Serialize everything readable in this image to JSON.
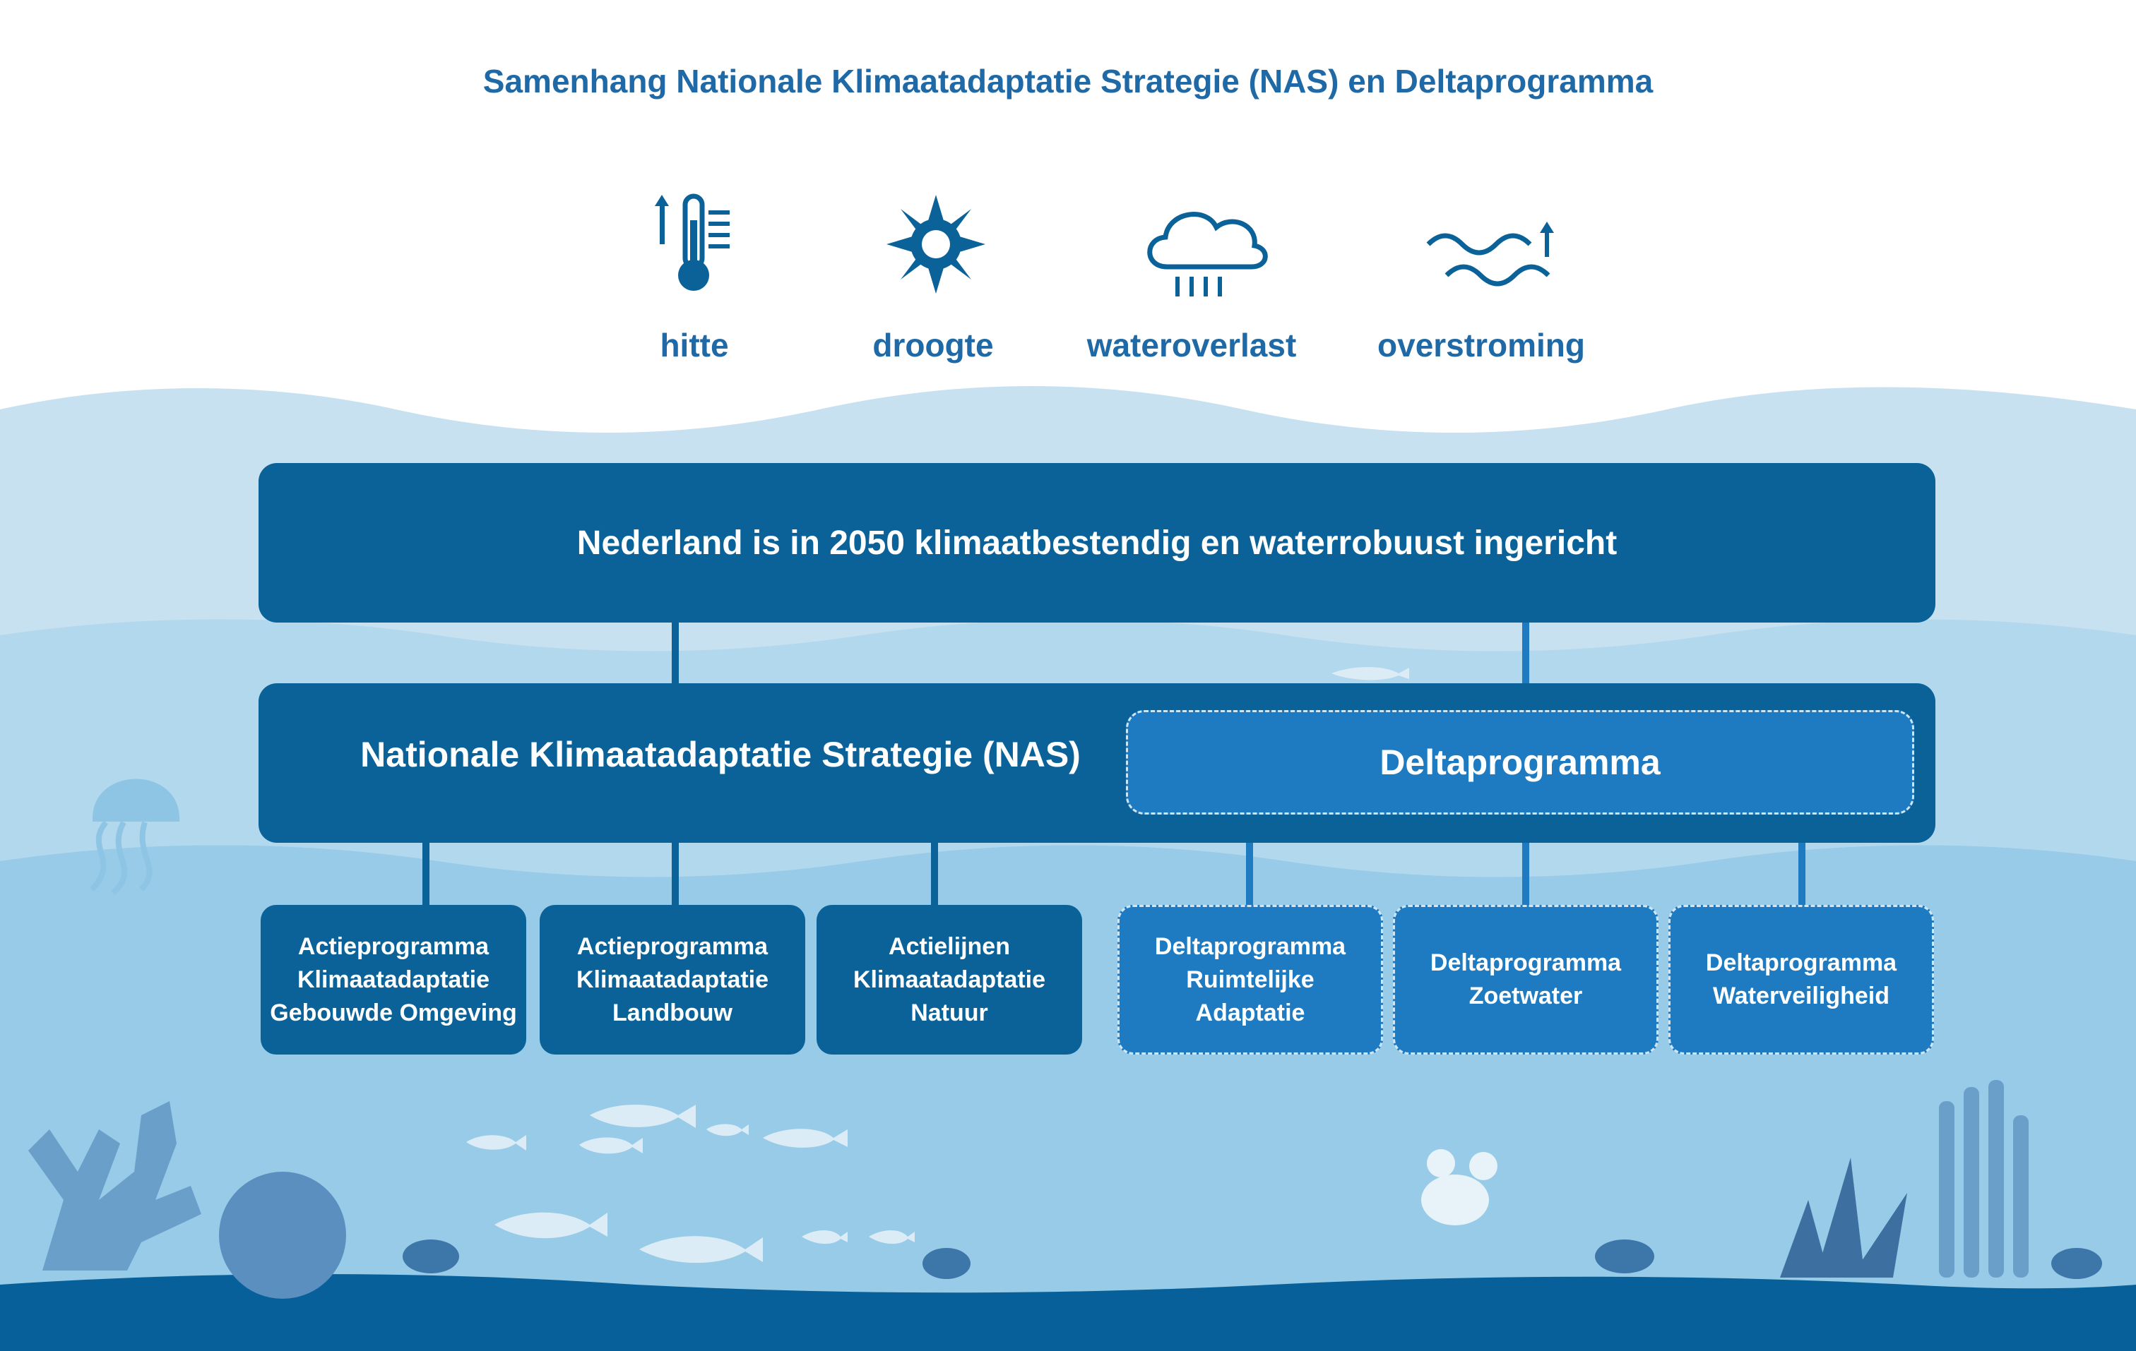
{
  "title": "Samenhang Nationale Klimaatadaptatie Strategie (NAS) en Deltaprogramma",
  "threats": [
    {
      "label": "hitte",
      "icon": "thermometer-rising-icon"
    },
    {
      "label": "droogte",
      "icon": "sun-icon"
    },
    {
      "label": "wateroverlast",
      "icon": "rain-cloud-icon"
    },
    {
      "label": "overstroming",
      "icon": "rising-water-icon"
    }
  ],
  "goal": "Nederland is in 2050 klimaatbestendig en waterrobuust ingericht",
  "nas": {
    "label": "Nationale Klimaatadaptatie Strategie (NAS)",
    "programs": [
      {
        "line1": "Actieprogramma",
        "line2": "Klimaatadaptatie",
        "line3": "Gebouwde Omgeving"
      },
      {
        "line1": "Actieprogramma",
        "line2": "Klimaatadaptatie",
        "line3": "Landbouw"
      },
      {
        "line1": "Actielijnen",
        "line2": "Klimaatadaptatie",
        "line3": "Natuur"
      }
    ]
  },
  "delta": {
    "label": "Deltaprogramma",
    "programs": [
      {
        "line1": "Deltaprogramma",
        "line2": "Ruimtelijke",
        "line3": "Adaptatie"
      },
      {
        "line1": "Deltaprogramma",
        "line2": "Zoetwater"
      },
      {
        "line1": "Deltaprogramma",
        "line2": "Waterveiligheid"
      }
    ]
  },
  "colors": {
    "dark_blue": "#0a6299",
    "mid_blue": "#1e7bc2",
    "title_blue": "#1f6aa6",
    "sea_light": "#c7e1f0",
    "sea_mid": "#a9d2ea",
    "sea_floor": "#07609a"
  }
}
